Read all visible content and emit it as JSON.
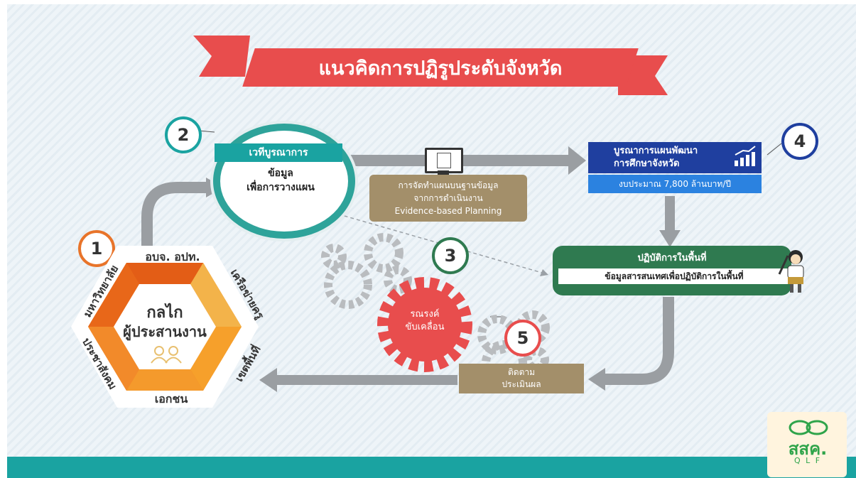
{
  "title": "แนวคิดการปฏิรูประดับจังหวัด",
  "steps": {
    "n1": "1",
    "n2": "2",
    "n3": "3",
    "n4": "4",
    "n5": "5"
  },
  "hub": {
    "heading": "เวทีบูรณาการ",
    "line1": "ข้อมูล",
    "line2": "เพื่อการวางแผน"
  },
  "evidence": {
    "line1": "การจัดทำแผนบนฐานข้อมูล",
    "line2": "จากการดำเนินงาน",
    "line3": "Evidence-based Planning"
  },
  "plan": {
    "line1": "บูรณาการแผนพัฒนา",
    "line2": "การศึกษาจังหวัด",
    "budget": "งบประมาณ 7,800 ล้านบาท/ปี"
  },
  "action": {
    "heading": "ปฏิบัติการในพื้นที่",
    "sub": "ข้อมูลสารสนเทศเพื่อปฏิบัติการในพื้นที่"
  },
  "campaign": {
    "line1": "รณรงค์",
    "line2": "ขับเคลื่อน"
  },
  "monitor": {
    "line1": "ติดตาม",
    "line2": "ประเมินผล"
  },
  "hexagon": {
    "center1": "กลไก",
    "center2": "ผู้ประสานงาน",
    "top": "อบจ. อปท.",
    "upper_left": "มหาวิทยาลัย",
    "upper_right": "เครือข่ายครู",
    "lower_left": "ประชาสังคม",
    "lower_right": "เขตพื้นที่",
    "bottom": "เอกชน"
  },
  "logo": {
    "main": "สสค.",
    "sub": "Q L F"
  },
  "colors": {
    "red": "#e84d4d",
    "teal": "#1aa3a1",
    "navy": "#1f3f9f",
    "green": "#2f7a50",
    "khaki": "#a38f6a",
    "orange": "#f07d1e",
    "gray": "#8d9195"
  }
}
